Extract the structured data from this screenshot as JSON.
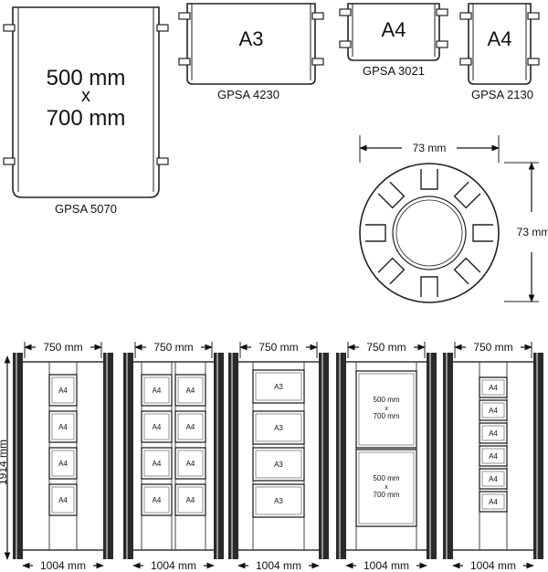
{
  "holders": [
    {
      "size_line1": "500 mm",
      "size_line2": "x",
      "size_line3": "700 mm",
      "code": "GPSA 5070"
    },
    {
      "size": "A3",
      "code": "GPSA 4230"
    },
    {
      "size": "A4",
      "code": "GPSA 3021"
    },
    {
      "size": "A4",
      "code": "GPSA 2130"
    }
  ],
  "profile": {
    "width_dim": "73 mm",
    "height_dim": "73 mm"
  },
  "displays": {
    "width_dim": "750 mm",
    "base_dim": "1004 mm",
    "height_dim": "1914 mm",
    "units": [
      {
        "pocket_label": "A4"
      },
      {
        "pocket_label": "A4"
      },
      {
        "pocket_label": "A3"
      },
      {
        "pocket_line1": "500 mm",
        "pocket_line2": "x",
        "pocket_line3": "700 mm"
      },
      {
        "pocket_label": "A4"
      }
    ]
  }
}
